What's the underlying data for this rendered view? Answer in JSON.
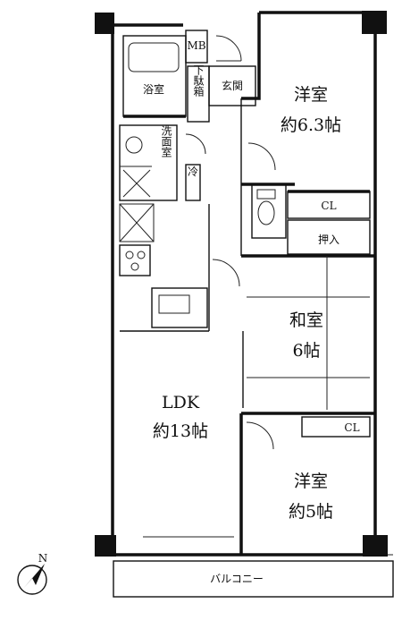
{
  "rooms": {
    "western_1": {
      "name": "洋室",
      "size": "約6.3帖"
    },
    "japanese": {
      "name": "和室",
      "size": "6帖"
    },
    "ldk": {
      "name": "LDK",
      "size": "約13帖"
    },
    "western_2": {
      "name": "洋室",
      "size": "約5帖"
    },
    "bath": {
      "name": "浴室"
    },
    "washroom": {
      "name": "洗面室"
    },
    "entrance": {
      "name": "玄関"
    },
    "shoe_box": {
      "name": "下駄箱"
    },
    "meter_box": {
      "name": "MB"
    },
    "closet_1": {
      "name": "CL"
    },
    "closet_2": {
      "name": "CL"
    },
    "oshiire": {
      "name": "押入"
    },
    "refrigerator": {
      "name": "冷"
    },
    "balcony": {
      "name": "バルコニー"
    }
  },
  "compass": {
    "label": "N"
  }
}
